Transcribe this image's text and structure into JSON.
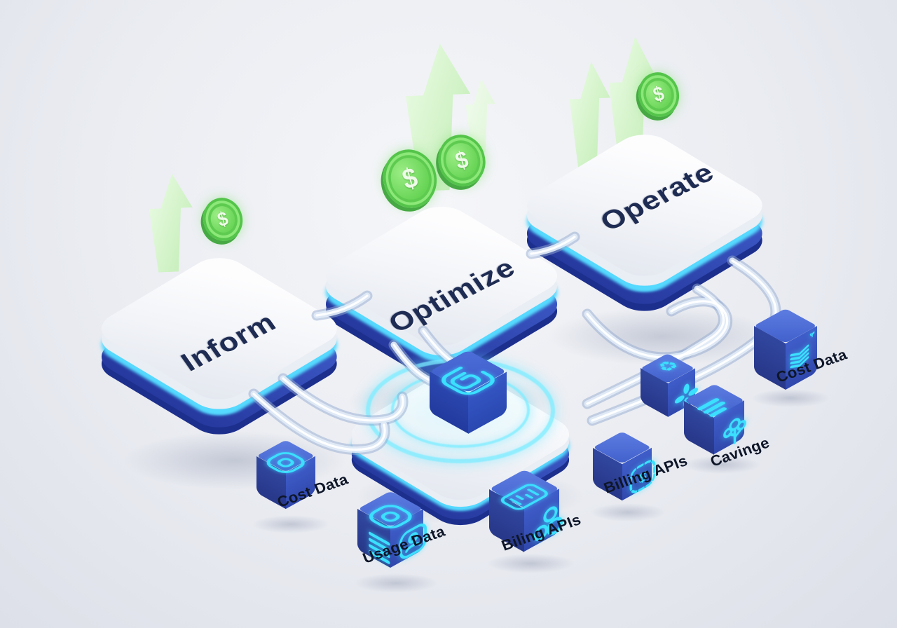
{
  "stages": [
    {
      "id": "inform",
      "label": "Inform",
      "arrow_count": 1,
      "coin_count": 1
    },
    {
      "id": "optimize",
      "label": "Optimize",
      "arrow_count": 2,
      "coin_count": 2
    },
    {
      "id": "operate",
      "label": "Operate",
      "arrow_count": 2,
      "coin_count": 1
    }
  ],
  "hub": {
    "icon": "hub-spiral-glyph",
    "glow_rings": 2
  },
  "coin": {
    "symbol": "$"
  },
  "sources": [
    {
      "label": "Cost Data",
      "icons": [
        "squircle-target-icon"
      ]
    },
    {
      "label": "Usage Data",
      "icons": [
        "squircle-target-icon",
        "stacked-lines-icon",
        "contact-card-icon"
      ]
    },
    {
      "label": "Biling APIs",
      "icons": [
        "api-panel-icon",
        "node-cluster-icon"
      ]
    },
    {
      "label": "Billing APIs",
      "icons": [
        "dollar-squircle-icon"
      ]
    },
    {
      "label": "Cavinge",
      "icons": [
        "recycle-icon",
        "clover-icon",
        "coin-stack-icon",
        "tree-icon"
      ]
    },
    {
      "label": "Cost Data",
      "icons": [
        "layer-stack-icon",
        "sprout-icon"
      ]
    }
  ],
  "colors": {
    "background": "#ebedf2",
    "platform_blue": "#2f4cb3",
    "glow_cyan": "#55d9ff",
    "cube_top": "#4e6ed6",
    "cube_left": "#2c3f97",
    "cube_right": "#3c59c4",
    "icon_cyan": "#3be0ff",
    "arrow_green": "#c8efbc",
    "coin_green": "#67d455",
    "stage_text": "#1e2b52",
    "label_text": "#0e1628"
  }
}
